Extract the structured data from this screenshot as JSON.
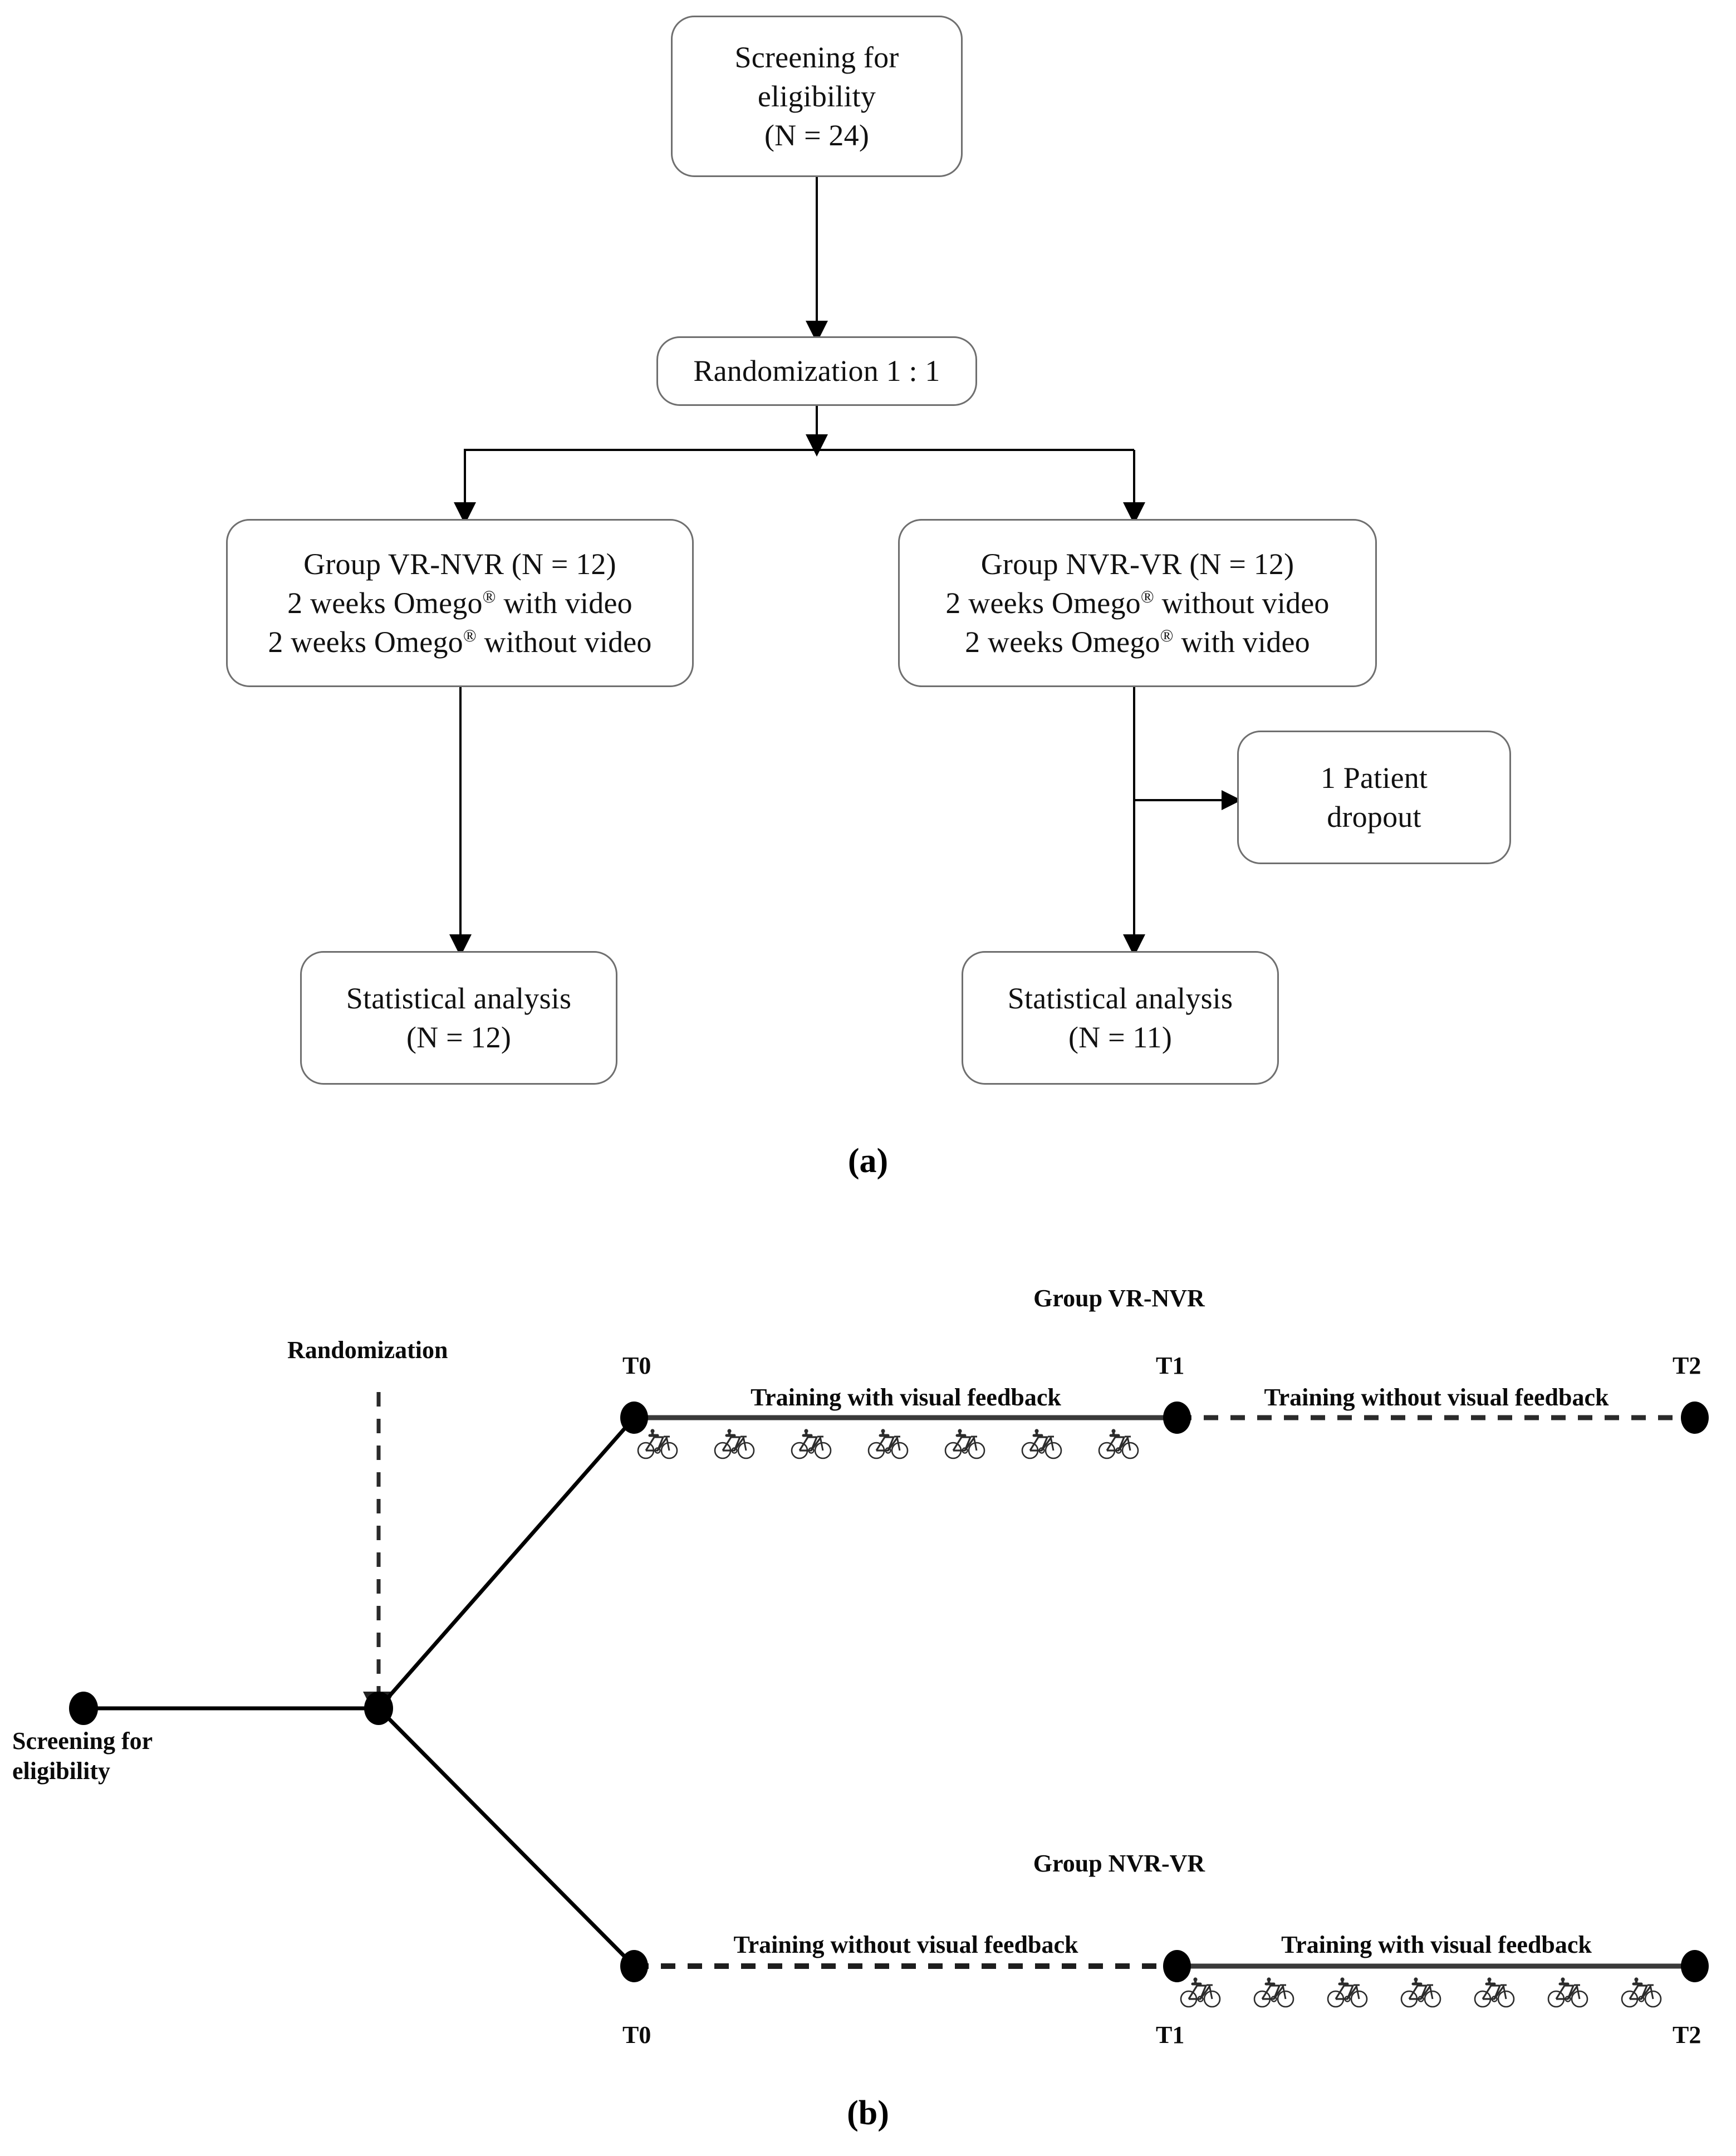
{
  "figure": {
    "panel_a": {
      "label": "(a)",
      "boxes": {
        "screening": {
          "line1": "Screening for",
          "line2": "eligibility",
          "line3": "(N = 24)"
        },
        "randomization": {
          "line1": "Randomization 1 : 1"
        },
        "group_left": {
          "line1": "Group VR-NVR (N = 12)",
          "line2_pre": "2 weeks Omego",
          "line2_sup": "®",
          "line2_post": " with video",
          "line3_pre": "2 weeks Omego",
          "line3_sup": "®",
          "line3_post": " without video"
        },
        "group_right": {
          "line1": "Group NVR-VR (N = 12)",
          "line2_pre": "2 weeks Omego",
          "line2_sup": "®",
          "line2_post": " without video",
          "line3_pre": "2 weeks Omego",
          "line3_sup": "®",
          "line3_post": " with video"
        },
        "dropout": {
          "line1": "1 Patient",
          "line2": "dropout"
        },
        "stat_left": {
          "line1": "Statistical analysis",
          "line2": "(N = 12)"
        },
        "stat_right": {
          "line1": "Statistical analysis",
          "line2": "(N = 11)"
        }
      }
    },
    "panel_b": {
      "label": "(b)",
      "screening_label": {
        "line1": "Screening for",
        "line2": "eligibility"
      },
      "randomization_label": "Randomization",
      "top_arm": {
        "group_title": "Group VR-NVR",
        "t0": "T0",
        "t1": "T1",
        "t2": "T2",
        "segment1_label": "Training with visual feedback",
        "segment1_style": "solid",
        "segment1_bicycles": 7,
        "segment2_label": "Training without visual feedback",
        "segment2_style": "dashed",
        "segment2_bicycles": 0
      },
      "bottom_arm": {
        "group_title": "Group NVR-VR",
        "t0": "T0",
        "t1": "T1",
        "t2": "T2",
        "segment1_label": "Training without visual feedback",
        "segment1_style": "dashed",
        "segment1_bicycles": 0,
        "segment2_label": "Training with visual feedback",
        "segment2_style": "solid",
        "segment2_bicycles": 7
      },
      "icons": {
        "bicycle": "bicycle-icon",
        "node": "timepoint-node-icon"
      }
    },
    "colors": {
      "box_border": "#6f6f6f",
      "connector": "#000000",
      "text": "#111111",
      "background": "#ffffff"
    }
  }
}
